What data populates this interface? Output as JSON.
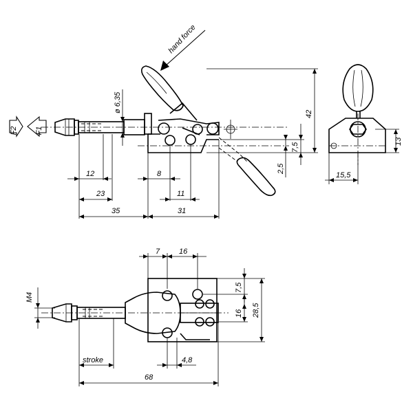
{
  "diagram": {
    "top_view": {
      "hand_force": "hand force",
      "force_labels": {
        "f1": "F1",
        "f2": "F2"
      },
      "dims": {
        "diameter": "ø 6,35",
        "d12": "12",
        "d23": "23",
        "d35": "35",
        "d8": "8",
        "d11": "11",
        "d31": "31",
        "d42": "42",
        "d7_5": "7,5",
        "d2_5": "2,5"
      }
    },
    "side_view": {
      "dims": {
        "d13": "13",
        "d15_5": "15,5"
      }
    },
    "bottom_view": {
      "dims": {
        "m4": "M4",
        "d7": "7",
        "d16_top": "16",
        "d7_5": "7,5",
        "d16_right": "16",
        "d28_5": "28,5",
        "stroke": "stroke",
        "d4_8": "4,8",
        "d68": "68"
      }
    }
  }
}
